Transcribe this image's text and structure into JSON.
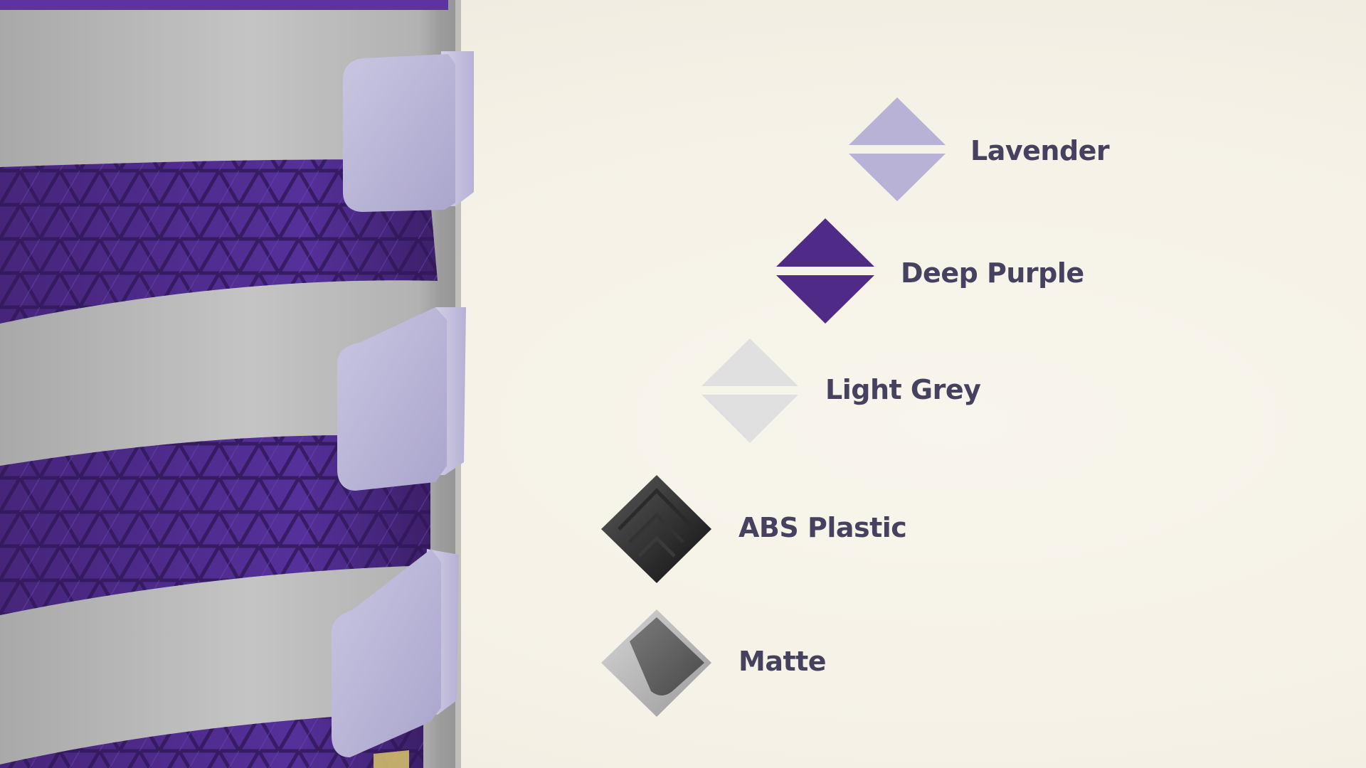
{
  "colors": {
    "background": "#f6f2e7",
    "lavender": "#b8b3d6",
    "deep_purple": "#4f2a86",
    "light_grey": "#e0e0e0",
    "callout_line_start": "#e58ae6",
    "callout_line_end": "#8a35d8",
    "label_text": "#46415e",
    "product_body": "#b9b9b9"
  },
  "swatches": [
    {
      "name": "lavender",
      "label": "Lavender",
      "kind": "color-split-diamond",
      "color": "#b8b3d6"
    },
    {
      "name": "deep-purple",
      "label": "Deep Purple",
      "kind": "color-split-diamond",
      "color": "#4f2a86"
    },
    {
      "name": "light-grey",
      "label": "Light Grey",
      "kind": "color-split-diamond",
      "color": "#e0e0e0"
    },
    {
      "name": "abs-plastic",
      "label": "ABS Plastic",
      "kind": "material-texture-diamond",
      "icon": "abs-plastic-texture-icon"
    },
    {
      "name": "matte",
      "label": "Matte",
      "kind": "material-texture-diamond",
      "icon": "matte-texture-icon"
    }
  ]
}
